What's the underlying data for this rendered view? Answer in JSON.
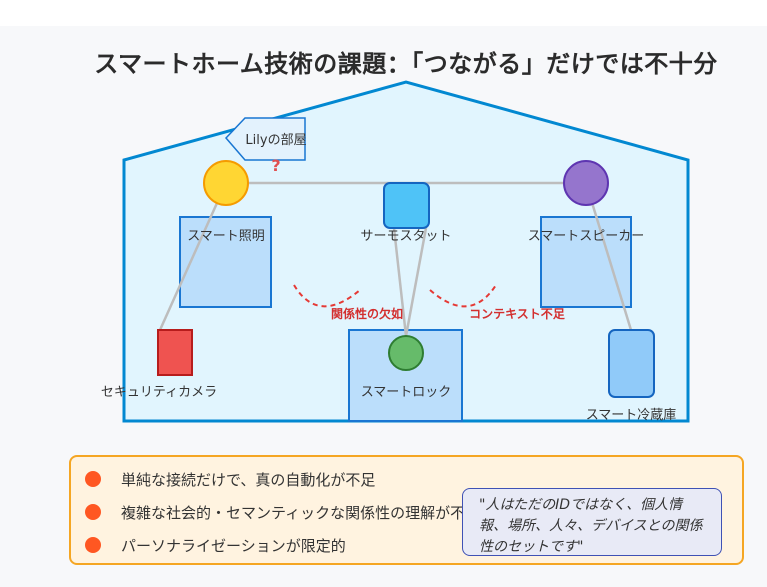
{
  "title": "スマートホーム技術の課題：「つながる」だけでは不十分",
  "room_tag": "Lilyの部屋",
  "room_tag_mark": "?",
  "devices": {
    "lighting": "スマート照明",
    "thermostat": "サーモスタット",
    "speaker": "スマートスピーカー",
    "camera": "セキュリティカメラ",
    "lock": "スマートロック",
    "fridge": "スマート冷蔵庫"
  },
  "warnings": {
    "relation": "関係性の欠如",
    "context": "コンテキスト不足"
  },
  "issues": [
    "単純な接続だけで、真の自動化が不足",
    "複雑な社会的・セマンティックな関係性の理解が不足",
    "パーソナライゼーションが限定的"
  ],
  "quote": "\"人はただのIDではなく、個人情報、場所、人々、デバイスとの関係性のセットです\"",
  "colors": {
    "house_border": "#0288d1",
    "house_fill": "#e1f5fe",
    "device_box": "#bbdefb",
    "device_border": "#1976d2",
    "issue_bg": "#fff3e0",
    "issue_border": "#f5a623",
    "bullet": "#ff5722",
    "warning_text": "#d32f2f",
    "quote_bg": "#e8eaf6"
  },
  "icons": {
    "lighting": "yellow-circle",
    "speaker": "purple-circle",
    "thermostat": "blue-rounded-square",
    "camera": "red-rectangle",
    "lock": "green-circle",
    "fridge": "blue-rounded-rectangle",
    "issue_bullet": "orange-dot"
  }
}
